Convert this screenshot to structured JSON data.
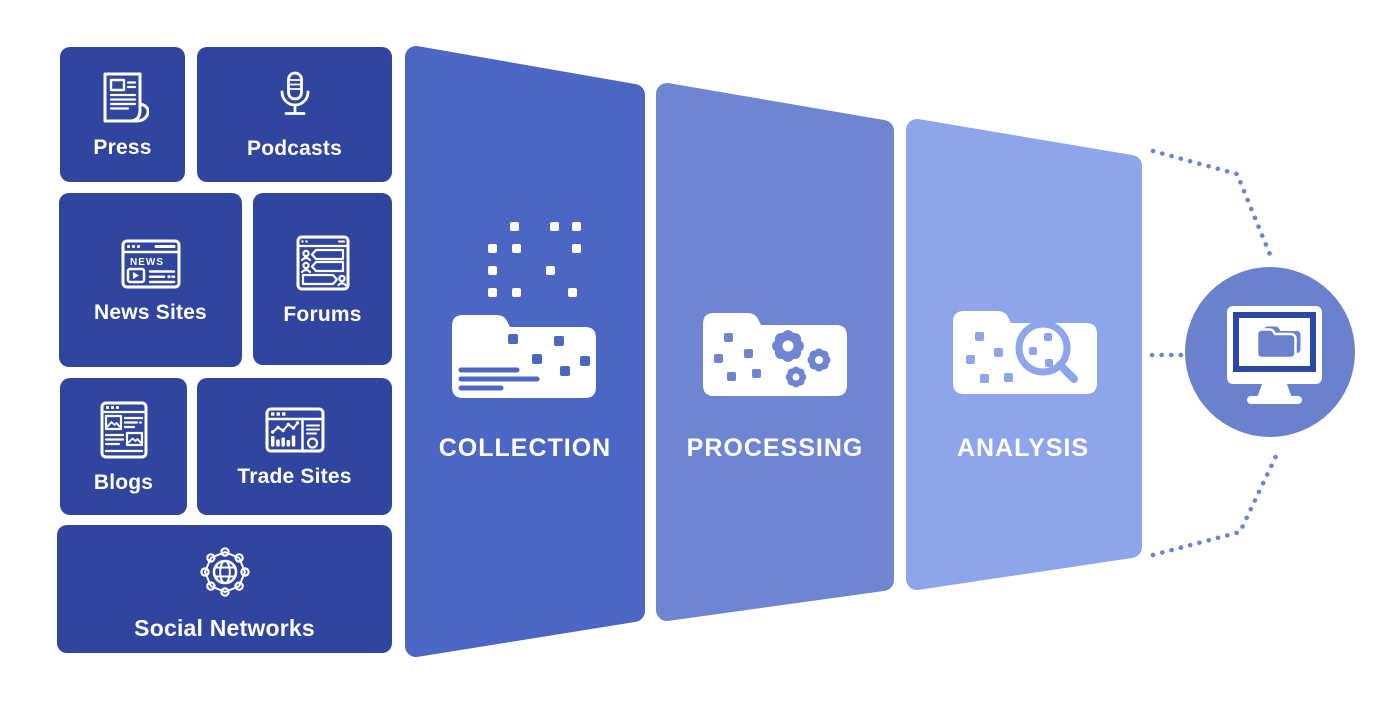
{
  "diagram": {
    "description": "Media sources funnel into collection, processing, analysis, output monitor"
  },
  "colors": {
    "source_tile": "#2F459E",
    "collection": "#4C66C3",
    "processing": "#6E86D2",
    "analysis": "#8CA5EB",
    "output_circle": "#6A82CD",
    "connector_dots": "#6B84D0",
    "monitor_frame": "#2B48A6",
    "icon_white": "#FFFFFF"
  },
  "sources": [
    {
      "id": "press",
      "label": "Press",
      "icon": "newspaper-icon"
    },
    {
      "id": "podcasts",
      "label": "Podcasts",
      "icon": "microphone-icon"
    },
    {
      "id": "news-sites",
      "label": "News Sites",
      "icon": "news-browser-icon",
      "icon_text": "NEWS"
    },
    {
      "id": "forums",
      "label": "Forums",
      "icon": "forum-threads-icon"
    },
    {
      "id": "blogs",
      "label": "Blogs",
      "icon": "blog-page-icon"
    },
    {
      "id": "trade-sites",
      "label": "Trade Sites",
      "icon": "dashboard-chart-icon"
    },
    {
      "id": "social-networks",
      "label": "Social Networks",
      "icon": "connected-globe-icon"
    }
  ],
  "stages": [
    {
      "id": "collection",
      "label": "COLLECTION",
      "icon": "folder-collecting-data-icon"
    },
    {
      "id": "processing",
      "label": "PROCESSING",
      "icon": "folder-gears-icon"
    },
    {
      "id": "analysis",
      "label": "ANALYSIS",
      "icon": "folder-magnifier-icon"
    }
  ],
  "output": {
    "id": "output",
    "icon": "monitor-folder-icon"
  }
}
